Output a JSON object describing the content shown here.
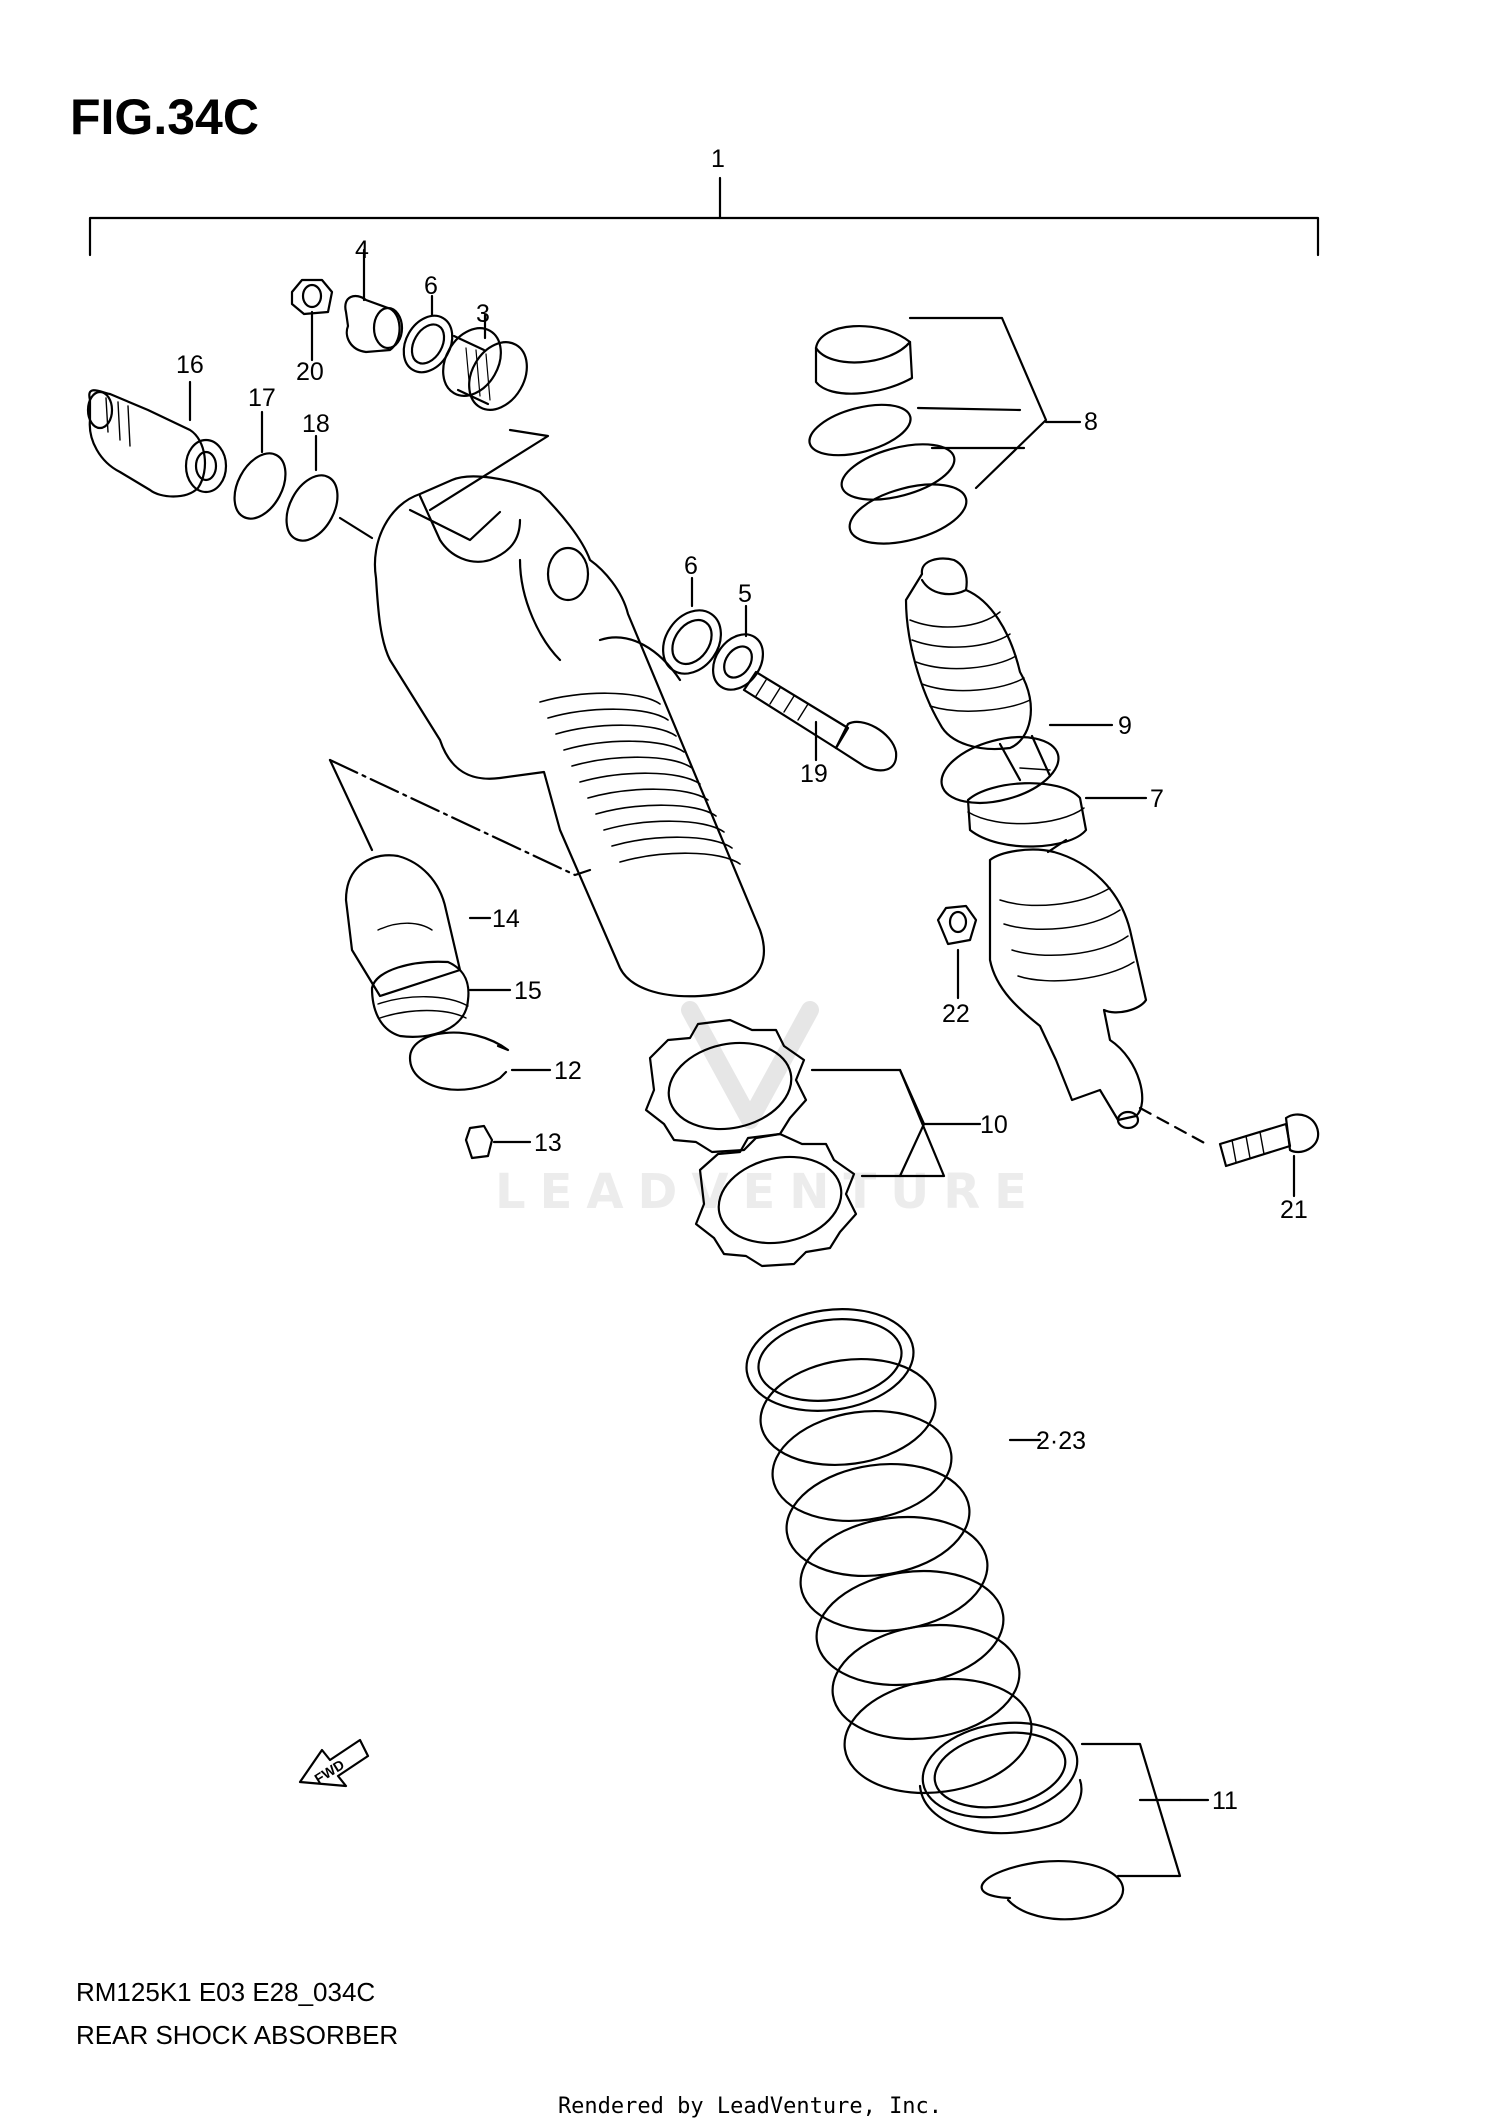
{
  "figure": {
    "title": "FIG.34C",
    "model_code": "RM125K1 E03 E28_034C",
    "name": "REAR SHOCK ABSORBER",
    "rendered_by": "Rendered by LeadVenture, Inc.",
    "watermark": "LEADVENTURE",
    "fwd_label": "FWD"
  },
  "callouts": {
    "c1": "1",
    "c2_23": "2·23",
    "c3": "3",
    "c4": "4",
    "c5": "5",
    "c6a": "6",
    "c6b": "6",
    "c7": "7",
    "c8": "8",
    "c9": "9",
    "c10": "10",
    "c11": "11",
    "c12": "12",
    "c13": "13",
    "c14": "14",
    "c15": "15",
    "c16": "16",
    "c17": "17",
    "c18": "18",
    "c19": "19",
    "c20": "20",
    "c21": "21",
    "c22": "22"
  }
}
